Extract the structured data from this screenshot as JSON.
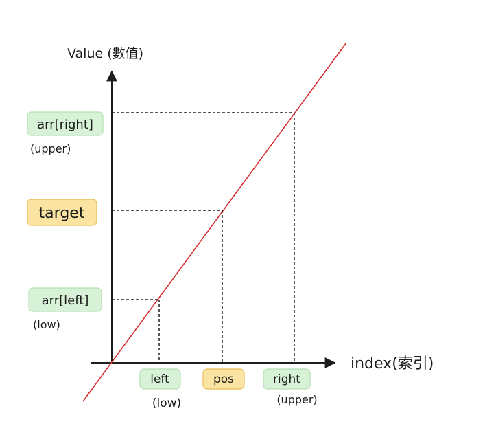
{
  "diagram": {
    "y_axis_label": "Value (數值)",
    "x_axis_label": "index(索引)",
    "y_labels": {
      "upper_value": "arr[right]",
      "upper_note": "(upper)",
      "target": "target",
      "lower_value": "arr[left]",
      "lower_note": "(low)"
    },
    "x_labels": {
      "left": "left",
      "left_note": "(low)",
      "pos": "pos",
      "right": "right",
      "right_note": "(upper)"
    },
    "colors": {
      "line": "#d62b2b",
      "axis": "#1e1e1e",
      "green_fill": "#d8f2d8",
      "green_stroke": "#b5e0b5",
      "yellow_fill": "#fbe3a2",
      "yellow_stroke": "#e8bf5a"
    }
  }
}
